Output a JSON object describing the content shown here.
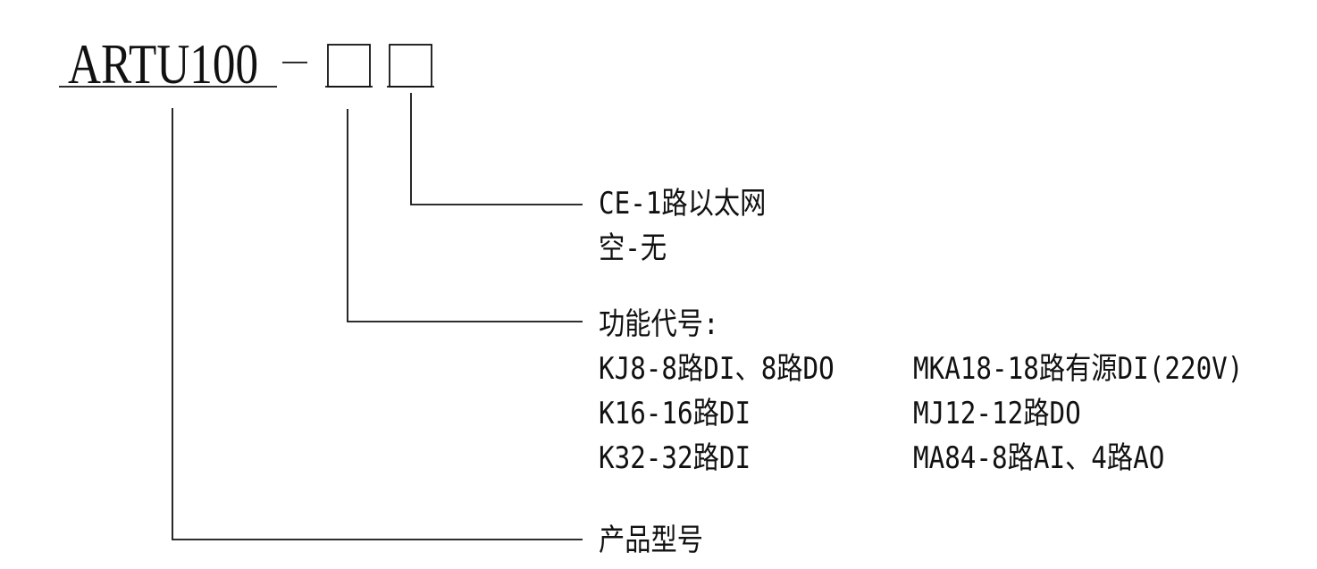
{
  "model": {
    "code": "ARTU100",
    "separator": "-"
  },
  "options": {
    "comm_line1": "CE-1路以太网",
    "comm_line2": "空-无",
    "function_title": "功能代号:",
    "function_codes_left": [
      "KJ8-8路DI、8路DO",
      "K16-16路DI",
      "K32-32路DI"
    ],
    "function_codes_right": [
      "MKA18-18路有源DI(220V)",
      "MJ12-12路DO",
      "MA84-8路AI、4路AO"
    ],
    "product_model_label": "产品型号"
  }
}
